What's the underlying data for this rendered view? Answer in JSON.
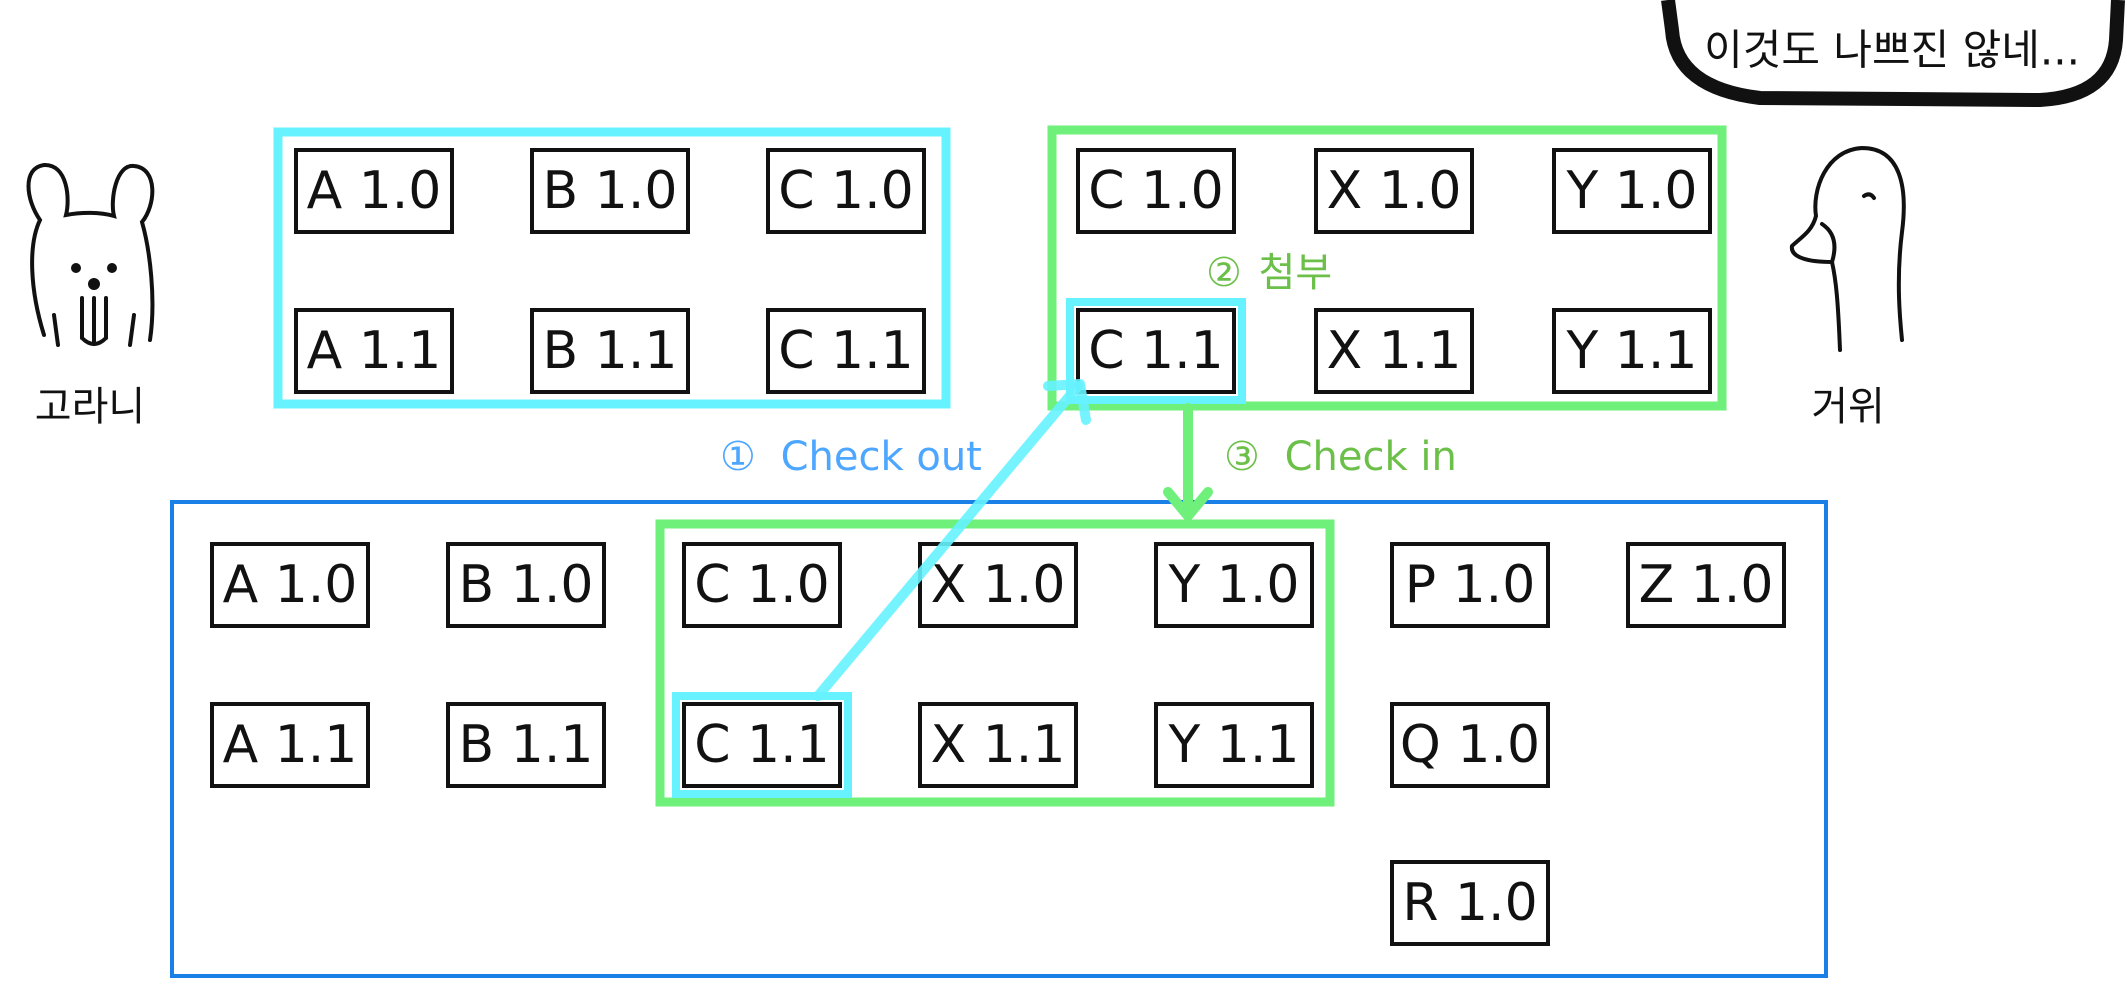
{
  "speech_bubble": {
    "text": "이것도 나쁘진 않네..."
  },
  "characters": {
    "left": {
      "name": "고라니",
      "icon": "rabbit-icon"
    },
    "right": {
      "name": "거위",
      "icon": "goose-icon"
    }
  },
  "steps": {
    "checkout": {
      "number": "①",
      "label": "Check out",
      "color": "#4da6ff"
    },
    "attach": {
      "number": "②",
      "label": "첨부",
      "color": "#6cc04a"
    },
    "checkin": {
      "number": "③",
      "label": "Check in",
      "color": "#6cc04a"
    }
  },
  "colors": {
    "left_workspace": "#66f2ff",
    "right_workspace": "#6ef07a",
    "repository": "#1a7fe6",
    "ink": "#111111"
  },
  "left_workspace": {
    "items": [
      "A 1.0",
      "B 1.0",
      "C 1.0",
      "A 1.1",
      "B 1.1",
      "C 1.1"
    ]
  },
  "right_workspace": {
    "items": [
      "C 1.0",
      "X 1.0",
      "Y 1.0",
      "C 1.1",
      "X 1.1",
      "Y 1.1"
    ],
    "highlighted": "C 1.1"
  },
  "repository": {
    "items": [
      "A 1.0",
      "B 1.0",
      "C 1.0",
      "X 1.0",
      "Y 1.0",
      "P 1.0",
      "Z 1.0",
      "A 1.1",
      "B 1.1",
      "C 1.1",
      "X 1.1",
      "Y 1.1",
      "Q 1.0",
      "R 1.0"
    ],
    "group_items": [
      "C 1.0",
      "X 1.0",
      "Y 1.0",
      "C 1.1",
      "X 1.1",
      "Y 1.1"
    ],
    "highlighted": "C 1.1"
  }
}
